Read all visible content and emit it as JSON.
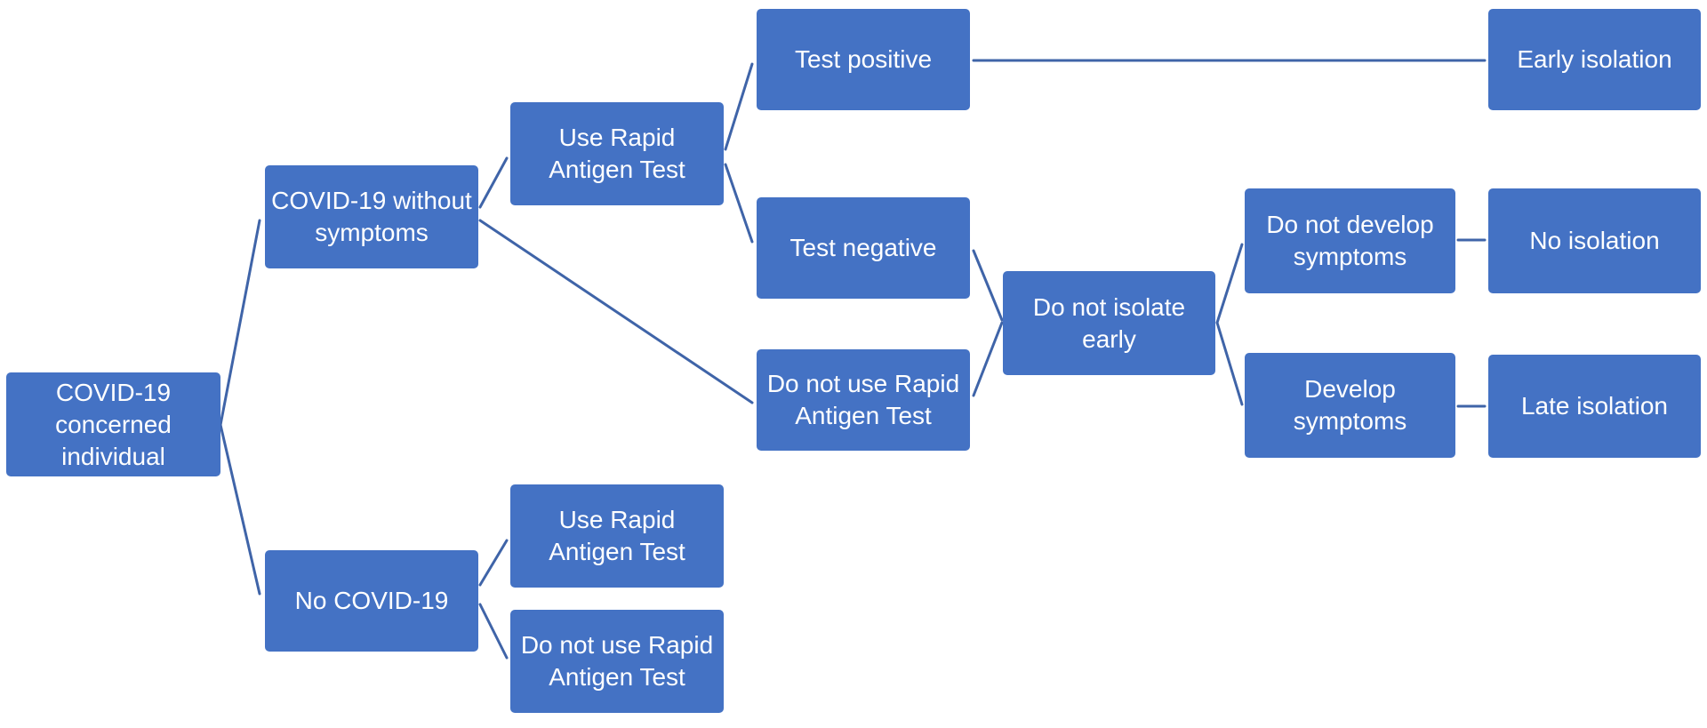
{
  "nodes": {
    "root": "COVID-19 concerned individual",
    "covid_no_symptoms": "COVID-19 without symptoms",
    "no_covid": "No COVID-19",
    "use_rat_1": "Use Rapid Antigen Test",
    "not_use_rat_1": "Do not use Rapid Antigen Test",
    "use_rat_2": "Use Rapid Antigen Test",
    "not_use_rat_2": "Do not use Rapid Antigen Test",
    "test_positive": "Test positive",
    "test_negative": "Test negative",
    "do_not_isolate_early": "Do not isolate early",
    "do_not_develop_symptoms": "Do not develop symptoms",
    "develop_symptoms": "Develop symptoms",
    "early_isolation": "Early isolation",
    "no_isolation": "No isolation",
    "late_isolation": "Late isolation"
  },
  "colors": {
    "node_fill": "#4472c4",
    "edge": "#3f64a8",
    "text": "#ffffff"
  }
}
